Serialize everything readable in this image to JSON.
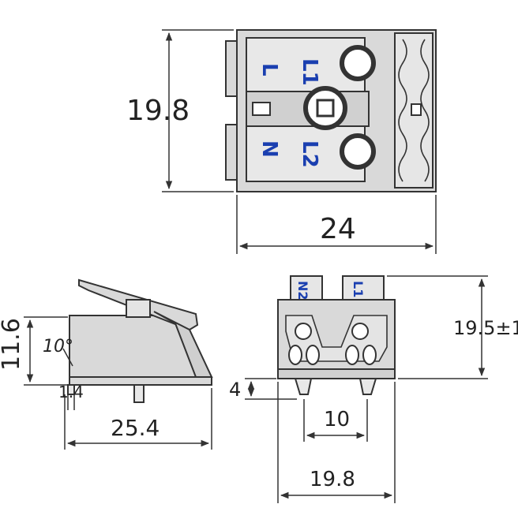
{
  "top_view": {
    "height_dim": "19.8",
    "width_dim": "24",
    "terminal_labels": [
      "L1",
      "L",
      "N",
      "L2"
    ]
  },
  "side_view": {
    "height_dim": "11.6",
    "angle_dim": "10°",
    "pin_dim": "1.4",
    "length_dim": "25.4"
  },
  "front_view": {
    "height_dim": "19.5±1",
    "pin_length_dim": "4",
    "pin_pitch_dim": "10",
    "width_dim": "19.8",
    "top_tab_labels": [
      "N2",
      "L1"
    ]
  },
  "colors": {
    "line": "#333333",
    "fill": "#d9d9d9",
    "label": "#1a3fb0"
  }
}
